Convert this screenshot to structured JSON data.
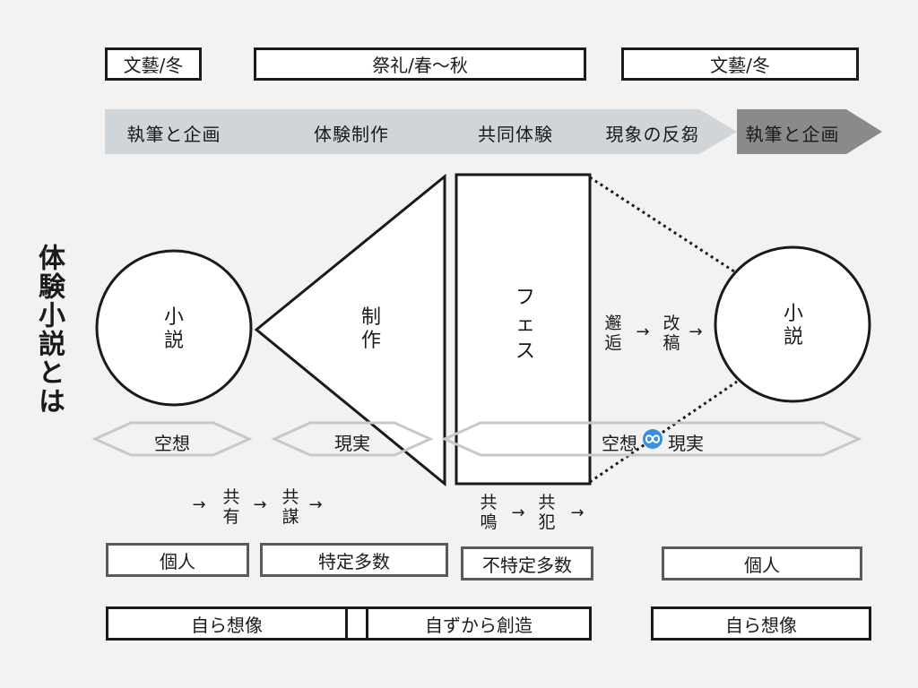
{
  "side_title": "体験小説とは",
  "season_bars": [
    "文藝/冬",
    "祭礼/春〜秋",
    "文藝/冬"
  ],
  "stages": [
    "執筆と企画",
    "体験制作",
    "共同体験",
    "現象の反芻"
  ],
  "stage_next": "執筆と企画",
  "shapes": {
    "novel_left": "小説",
    "production": "制作",
    "fes": "フェス",
    "novel_right": "小説"
  },
  "encounter_flow": {
    "a": "邂逅",
    "arrow1": "→",
    "b": "改稿",
    "arrow2": "→"
  },
  "hexagons": [
    "空想",
    "現実"
  ],
  "hex_long": {
    "left": "空想",
    "right": "現実",
    "icon": "infinity-icon"
  },
  "flow_left": {
    "arrow0": "→",
    "a": "共有",
    "arrow1": "→",
    "b": "共謀",
    "arrow2": "→"
  },
  "flow_mid": {
    "a": "共鳴",
    "arrow1": "→",
    "b": "共犯",
    "arrow2": "→"
  },
  "audience": [
    "個人",
    "特定多数",
    "不特定多数",
    "個人"
  ],
  "creation": [
    "自ら想像",
    "自ずから創造",
    "自ら想像"
  ],
  "colors": {
    "stage_band": "#cfd5d8",
    "stage_next": "#8a8a8a",
    "hex_stroke": "#c8c8c8",
    "infinity": "#3a8fd6"
  }
}
